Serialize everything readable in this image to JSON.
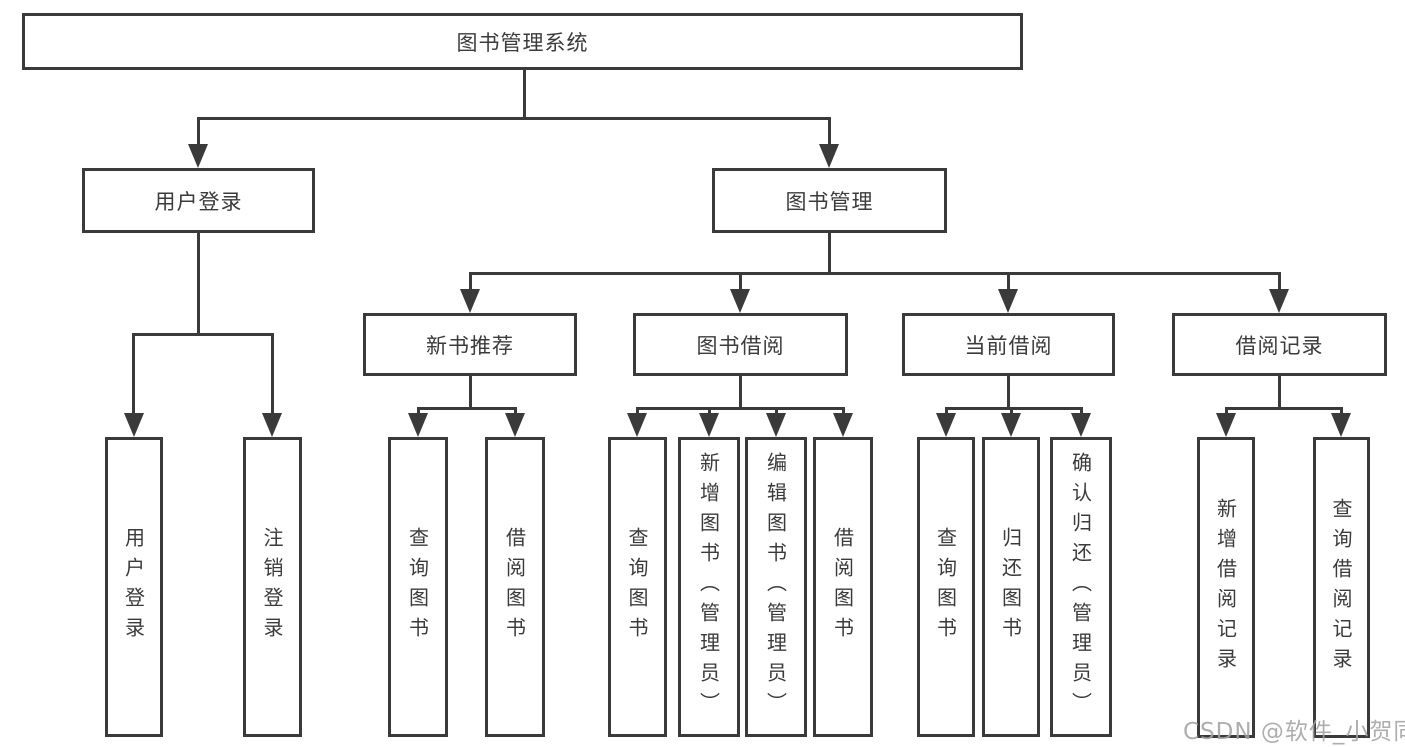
{
  "diagram_title": "图书管理系统",
  "watermark": "CSDN @软件_小贺同学",
  "colors": {
    "line": "#3a3a3a",
    "text": "#3b3b3b",
    "background": "#ffffff",
    "watermark": "#a3a3a3"
  },
  "tree": {
    "root": "图书管理系统",
    "branches": [
      {
        "label": "用户登录",
        "children": [
          "用户登录",
          "注销登录"
        ]
      },
      {
        "label": "图书管理",
        "groups": [
          {
            "label": "新书推荐",
            "children": [
              "查询图书",
              "借阅图书"
            ]
          },
          {
            "label": "图书借阅",
            "children": [
              "查询图书",
              "新增图书（管理员）",
              "编辑图书（管理员）",
              "借阅图书"
            ]
          },
          {
            "label": "当前借阅",
            "children": [
              "查询图书",
              "归还图书",
              "确认归还（管理员）"
            ]
          },
          {
            "label": "借阅记录",
            "children": [
              "新增借阅记录",
              "查询借阅记录"
            ]
          }
        ]
      }
    ]
  }
}
